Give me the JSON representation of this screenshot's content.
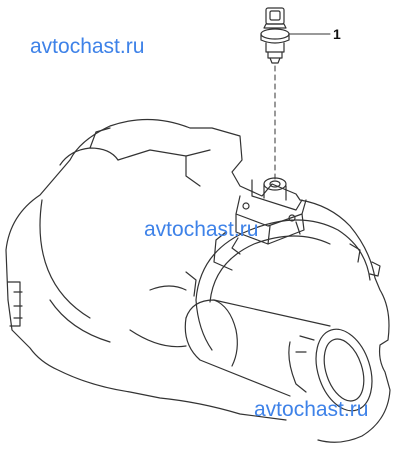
{
  "watermarks": [
    "avtochast.ru",
    "avtochast.ru",
    "avtochast.ru"
  ],
  "callouts": [
    {
      "label": "1"
    }
  ],
  "colors": {
    "line": "#333333",
    "watermark": "#3e82e8",
    "background": "#ffffff"
  }
}
